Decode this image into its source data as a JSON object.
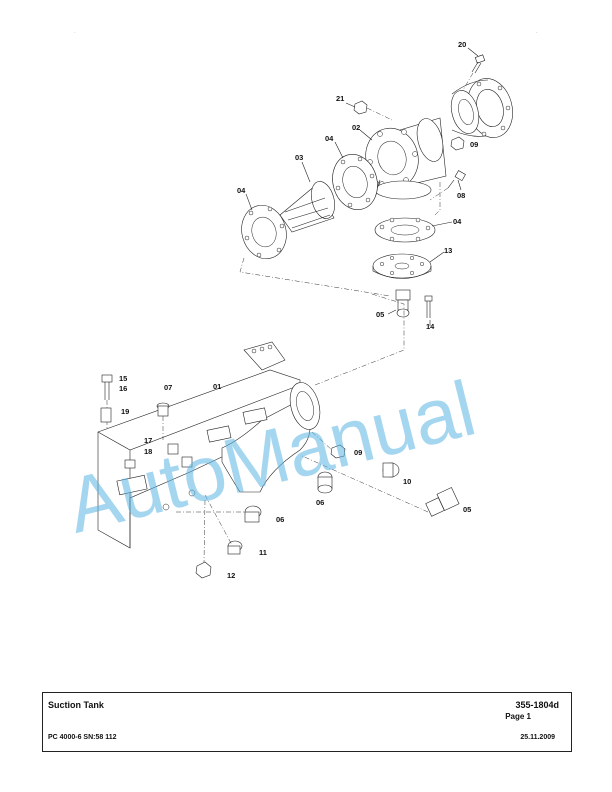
{
  "document": {
    "title": "Suction Tank",
    "number": "355-1804d",
    "page": "Page 1",
    "model": "PC 4000-6 SN:58 112",
    "date": "25.11.2009"
  },
  "watermark": {
    "text": "AutoManual",
    "color": "#5bb4e3"
  },
  "callouts": {
    "c20": "20",
    "c21": "21",
    "c02": "02",
    "c09a": "09",
    "c04a": "04",
    "c03": "03",
    "c08": "08",
    "c04b": "04",
    "c04c": "04",
    "c13": "13",
    "c05a": "05",
    "c14": "14",
    "c15": "15",
    "c16": "16",
    "c07": "07",
    "c01": "01",
    "c19": "19",
    "c17": "17",
    "c18": "18",
    "c09b": "09",
    "c10": "10",
    "c06a": "06",
    "c05b": "05",
    "c06b": "06",
    "c11": "11",
    "c12": "12"
  }
}
